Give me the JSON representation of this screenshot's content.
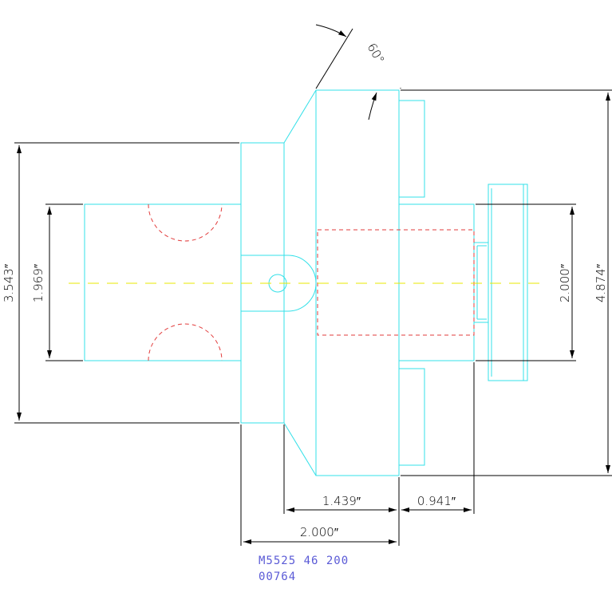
{
  "colors": {
    "object": "#33e0e8",
    "dimension": "#000000",
    "hidden": "#e23b3b",
    "centerline": "#e8e800",
    "part_number": "#5a5ad6"
  },
  "dimensions": {
    "chamfer_angle": "60°",
    "overall_height": "3.543″",
    "shank_height": "1.969″",
    "flange_height": "4.874″",
    "pilot_height": "2.000″",
    "length_1439": "1.439″",
    "length_0941": "0.941″",
    "length_2000": "2.000″"
  },
  "part_number": {
    "line1": "M5525 46 200",
    "line2": "00764"
  }
}
